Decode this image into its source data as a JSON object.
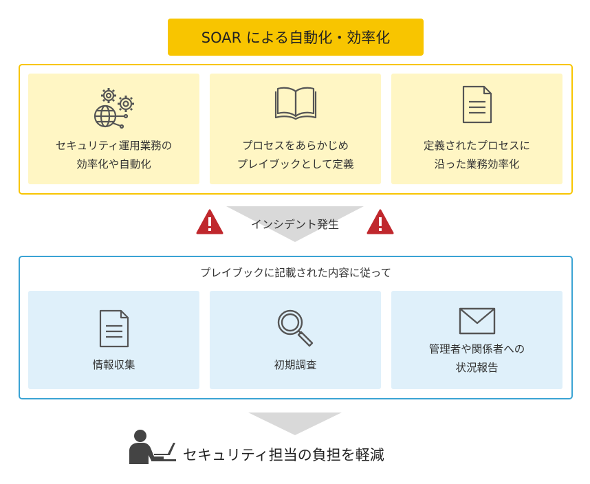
{
  "title": "SOAR による自動化・効率化",
  "benefits": [
    {
      "icon": "gears-globe-icon",
      "lines": [
        "セキュリティ運用業務の",
        "効率化や自動化"
      ]
    },
    {
      "icon": "open-book-icon",
      "lines": [
        "プロセスをあらかじめ",
        "プレイブックとして定義"
      ]
    },
    {
      "icon": "document-icon",
      "lines": [
        "定義されたプロセスに",
        "沿った業務効率化"
      ]
    }
  ],
  "incident": {
    "label": "インシデント発生",
    "icon": "warning-icon"
  },
  "playbook_note": "プレイブックに記載された内容に従って",
  "actions": [
    {
      "icon": "document-icon",
      "lines": [
        "情報収集"
      ]
    },
    {
      "icon": "magnifier-icon",
      "lines": [
        "初期調査"
      ]
    },
    {
      "icon": "envelope-icon",
      "lines": [
        "管理者や関係者への",
        "状況報告"
      ]
    }
  ],
  "result": {
    "label": "セキュリティ担当の負担を軽減",
    "icon": "person-laptop-icon"
  },
  "colors": {
    "accent_yellow": "#f8c500",
    "accent_blue": "#3aa3d4",
    "card_yellow": "#fff6c4",
    "card_blue": "#dff0fa",
    "warning_red": "#c0282d",
    "arrow_gray": "#d9d9d9"
  }
}
